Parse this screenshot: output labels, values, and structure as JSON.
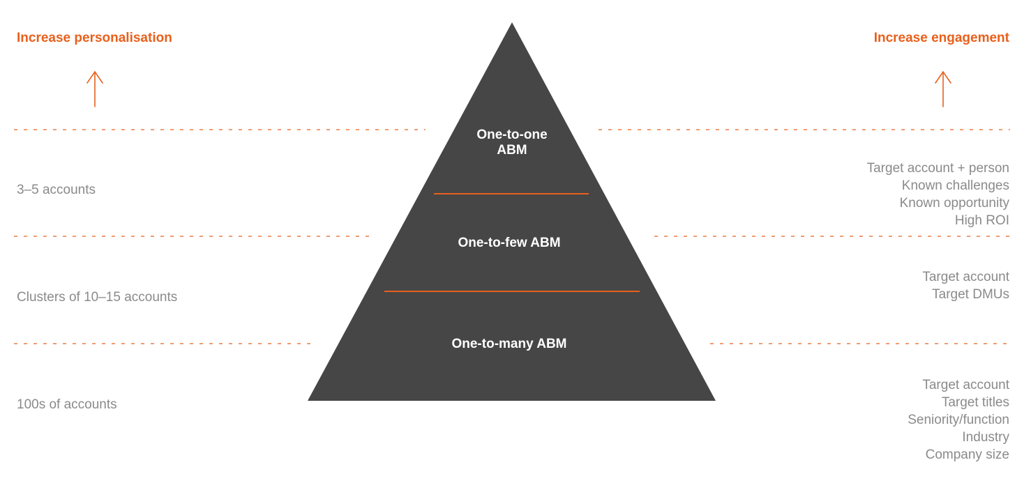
{
  "headings": {
    "left": "Increase personalisation",
    "right": "Increase engagement"
  },
  "colors": {
    "accent": "#e8601c",
    "pyramid": "#464646",
    "muted_text": "#8a8a8a",
    "tier_text": "#ffffff"
  },
  "icons": {
    "left_arrow": "arrow-up-icon",
    "right_arrow": "arrow-up-icon"
  },
  "tiers": [
    {
      "label_line1": "One-to-one",
      "label_line2": "ABM",
      "accounts": "3–5 accounts",
      "targeting": [
        "Target account + person",
        "Known challenges",
        "Known opportunity",
        "High ROI"
      ]
    },
    {
      "label_line1": "One-to-few ABM",
      "accounts": "Clusters of 10–15 accounts",
      "targeting": [
        "Target account",
        "Target DMUs"
      ]
    },
    {
      "label_line1": "One-to-many ABM",
      "accounts": "100s of accounts",
      "targeting": [
        "Target account",
        "Target titles",
        "Seniority/function",
        "Industry",
        "Company size"
      ]
    }
  ]
}
